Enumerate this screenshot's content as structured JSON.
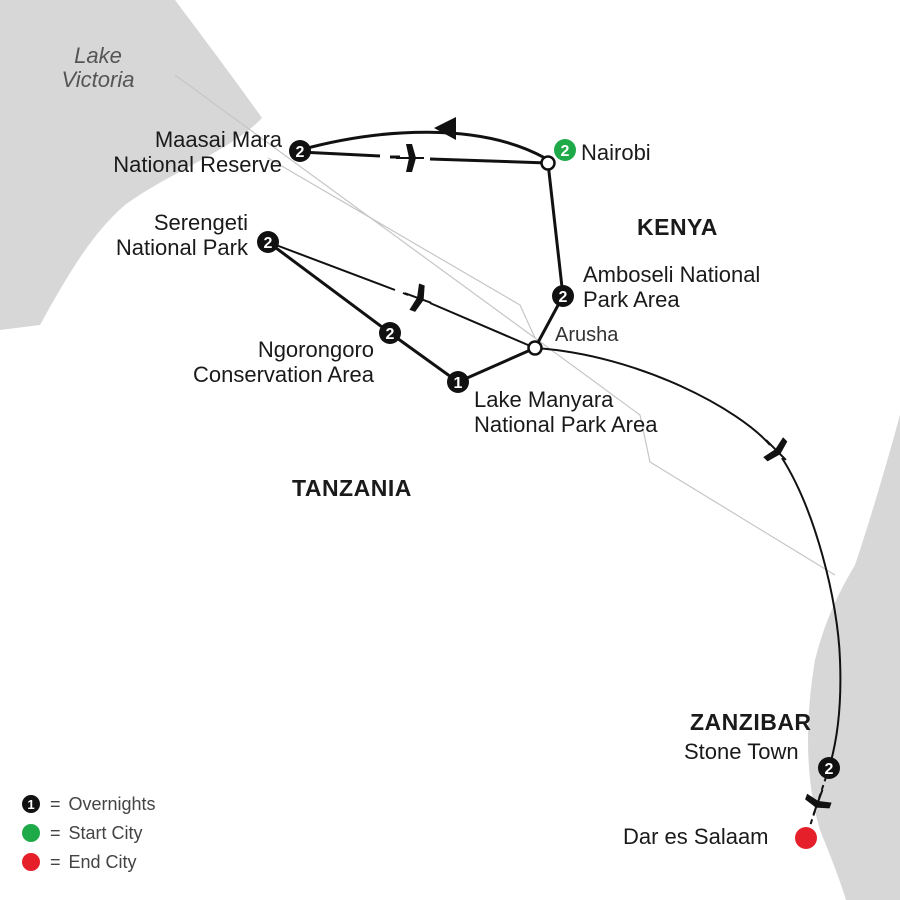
{
  "water": {
    "lake": "Lake Victoria",
    "lake_line1": "Lake",
    "lake_line2": "Victoria"
  },
  "countries": {
    "kenya": "KENYA",
    "tanzania": "TANZANIA",
    "zanzibar": "ZANZIBAR"
  },
  "places": {
    "maasai_1": "Maasai Mara",
    "maasai_2": "National Reserve",
    "nairobi": "Nairobi",
    "serengeti_1": "Serengeti",
    "serengeti_2": "National Park",
    "amboseli_1": "Amboseli National",
    "amboseli_2": "Park Area",
    "arusha": "Arusha",
    "ngorongoro_1": "Ngorongoro",
    "ngorongoro_2": "Conservation Area",
    "manyara_1": "Lake Manyara",
    "manyara_2": "National Park Area",
    "stone_town": "Stone Town",
    "dar": "Dar es Salaam"
  },
  "overnights": {
    "nairobi": "2",
    "maasai": "2",
    "serengeti": "2",
    "amboseli": "2",
    "ngorongoro": "2",
    "manyara": "1",
    "stone_town": "2"
  },
  "legend": {
    "equals": "=",
    "overnights_num": "1",
    "overnights": "Overnights",
    "start": "Start City",
    "end": "End City"
  },
  "colors": {
    "start": "#1faa4a",
    "end": "#e5202a",
    "marker": "#111111",
    "land": "#d7d7d7",
    "border": "#bdbdbd"
  }
}
